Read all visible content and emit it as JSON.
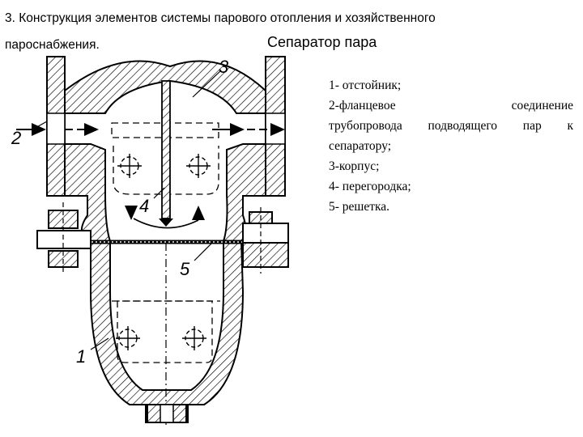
{
  "heading": "3. Конструкция элементов системы парового отопления и хозяйственного пароснабжения.",
  "subtitle": "Сепаратор пара",
  "legend": {
    "item1": "1- отстойник;",
    "item2_line1": "2-фланцевое соединение",
    "item2_line2": "трубопровода подводящего пар к",
    "item2_line3": "сепаратору;",
    "item3": "3-корпус;",
    "item4": "4- перегородка;",
    "item5": "5- решетка."
  },
  "diagram_labels": {
    "n1": "1",
    "n2": "2",
    "n3": "3",
    "n4": "4",
    "n5": "5"
  }
}
